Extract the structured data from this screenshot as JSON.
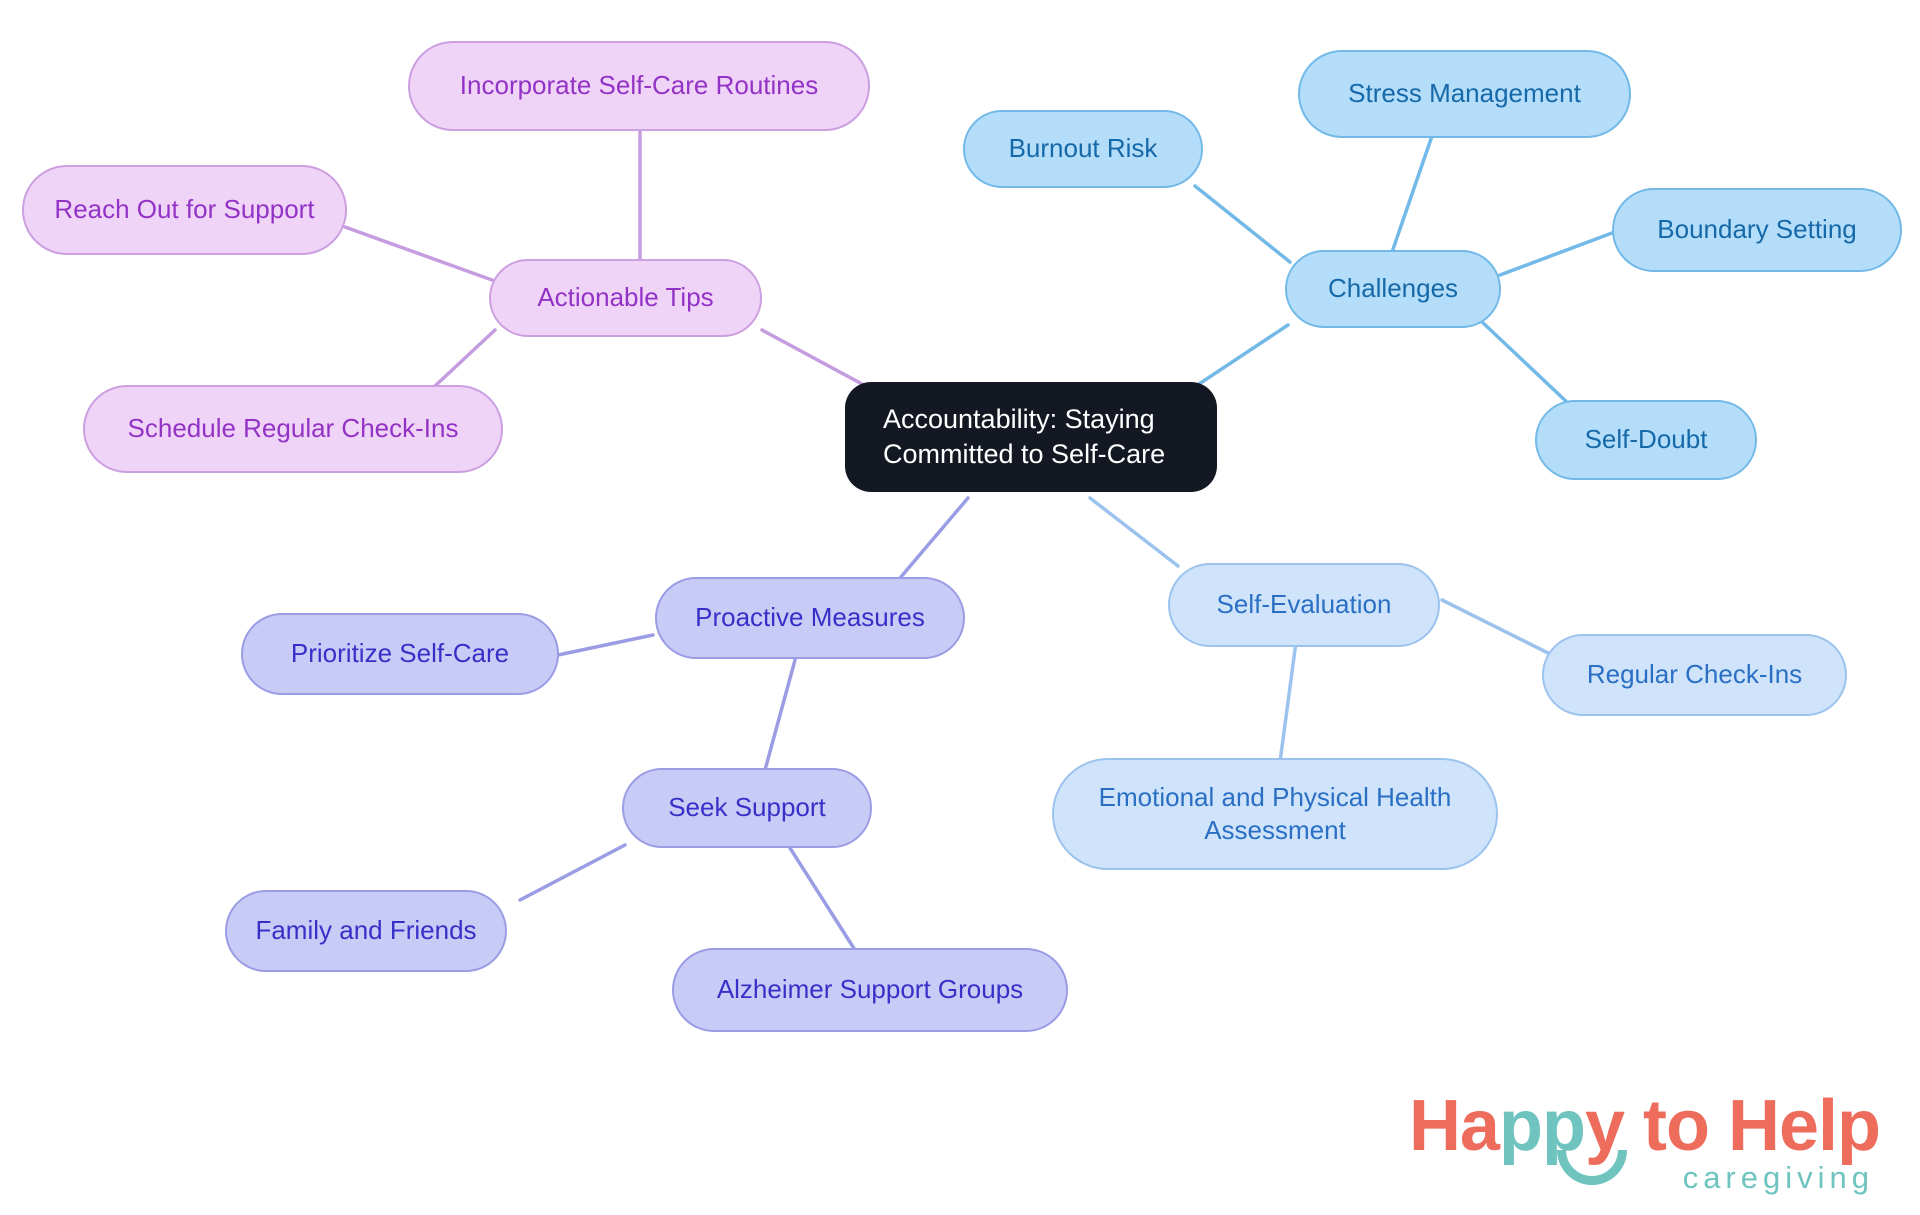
{
  "diagram": {
    "type": "mindmap",
    "title": "Accountability: Staying Committed to Self-Care",
    "root": {
      "id": "root",
      "label": "Accountability: Staying\nCommitted to Self-Care",
      "color_fill": "#131823",
      "color_text": "#ffffff"
    },
    "branches": [
      {
        "id": "actionable-tips",
        "label": "Actionable Tips",
        "color_fill": "#f0d4f7",
        "color_border": "#cb9fe0",
        "color_text": "#9333c6",
        "children": [
          {
            "id": "incorporate-self-care-routines",
            "label": "Incorporate Self-Care Routines"
          },
          {
            "id": "reach-out-for-support",
            "label": "Reach Out for Support"
          },
          {
            "id": "schedule-regular-check-ins",
            "label": "Schedule Regular Check-Ins"
          }
        ]
      },
      {
        "id": "challenges",
        "label": "Challenges",
        "color_fill": "#b4ddfa",
        "color_border": "#72b9e8",
        "color_text": "#1669a8",
        "children": [
          {
            "id": "burnout-risk",
            "label": "Burnout Risk"
          },
          {
            "id": "stress-management",
            "label": "Stress Management"
          },
          {
            "id": "boundary-setting",
            "label": "Boundary Setting"
          },
          {
            "id": "self-doubt",
            "label": "Self-Doubt"
          }
        ]
      },
      {
        "id": "self-evaluation",
        "label": "Self-Evaluation",
        "color_fill": "#cfe4fb",
        "color_border": "#9cc3ee",
        "color_text": "#2a6fc4",
        "children": [
          {
            "id": "regular-check-ins",
            "label": "Regular Check-Ins"
          },
          {
            "id": "emotional-and-physical-health-assessment",
            "label": "Emotional and Physical Health\nAssessment"
          }
        ]
      },
      {
        "id": "proactive-measures",
        "label": "Proactive Measures",
        "color_fill": "#c9cbf7",
        "color_border": "#9a9ce4",
        "color_text": "#3730c8",
        "children": [
          {
            "id": "prioritize-self-care",
            "label": "Prioritize Self-Care"
          },
          {
            "id": "seek-support",
            "label": "Seek Support"
          },
          {
            "id": "family-and-friends",
            "label": "Family and Friends"
          },
          {
            "id": "alzheimer-support-groups",
            "label": "Alzheimer Support Groups"
          }
        ]
      }
    ]
  },
  "nodes": {
    "root": "Accountability: Staying\nCommitted to Self-Care",
    "incorporate_self_care_routines": "Incorporate Self-Care Routines",
    "reach_out_for_support": "Reach Out for Support",
    "actionable_tips": "Actionable Tips",
    "schedule_regular_check_ins": "Schedule Regular Check-Ins",
    "burnout_risk": "Burnout Risk",
    "stress_management": "Stress Management",
    "challenges": "Challenges",
    "boundary_setting": "Boundary Setting",
    "self_doubt": "Self-Doubt",
    "self_evaluation": "Self-Evaluation",
    "regular_check_ins": "Regular Check-Ins",
    "emotional_and_physical_health_assessment": "Emotional and Physical Health\nAssessment",
    "proactive_measures": "Proactive Measures",
    "prioritize_self_care": "Prioritize Self-Care",
    "seek_support": "Seek Support",
    "family_and_friends": "Family and Friends",
    "alzheimer_support_groups": "Alzheimer Support Groups"
  },
  "logo": {
    "word_happy_ha": "Ha",
    "word_happy_pp": "pp",
    "word_happy_y": "y",
    "word_to": " to ",
    "word_help": "Help",
    "tagline": "caregiving",
    "color_coral": "#ee6c5c",
    "color_teal": "#6fc4c0"
  }
}
